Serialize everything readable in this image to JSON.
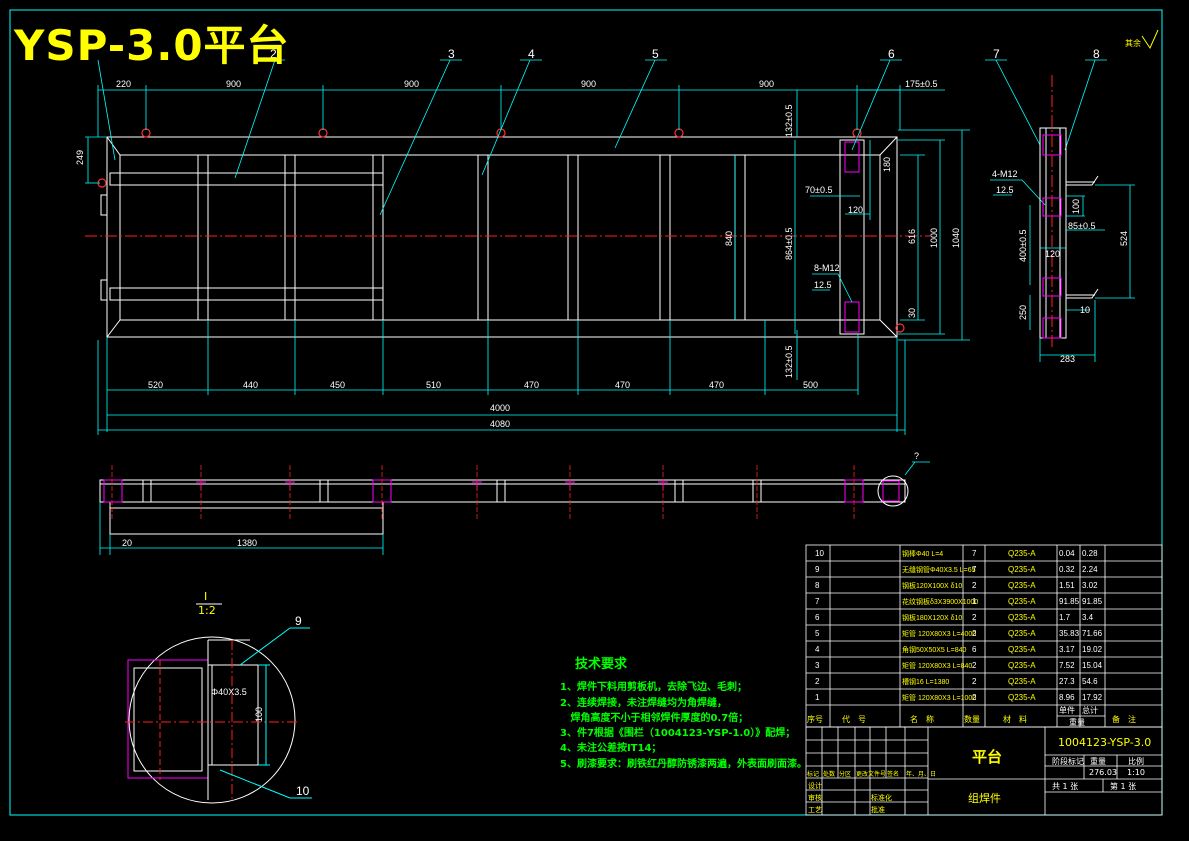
{
  "title": "YSP-3.0平台",
  "corner_mark": "其余",
  "top_dims": [
    "220",
    "900",
    "900",
    "900",
    "900",
    "175±0.5"
  ],
  "bottom_dims": [
    "520",
    "440",
    "450",
    "510",
    "470",
    "470",
    "470",
    "500"
  ],
  "overall_dims": [
    "4000",
    "4080"
  ],
  "callouts": [
    "2",
    "3",
    "4",
    "5",
    "6",
    "7",
    "8"
  ],
  "right_dims": [
    "132±0.5",
    "180",
    "70±0.5",
    "120",
    "840",
    "864±0.5",
    "616",
    "1000",
    "1040",
    "30",
    "132±0.5",
    "249"
  ],
  "hole_labels": [
    "8-M12",
    "12.5",
    "4-M12",
    "12.5"
  ],
  "side_view_dims": [
    "100",
    "85±0.5",
    "524",
    "120",
    "400±0.5",
    "250",
    "10",
    "283"
  ],
  "front_view_dims": [
    "20",
    "1380"
  ],
  "detail": {
    "label": "I",
    "scale": "1:2",
    "part_a": "9",
    "part_b": "10",
    "pipe": "Φ40X3.5",
    "dim": "100",
    "ref": "?"
  },
  "tech": {
    "title": "技术要求",
    "items": [
      "1、焊件下料用剪板机，去除飞边、毛刺；",
      "2、连续焊接，未注焊缝均为角焊缝，",
      "   焊角高度不小于相邻焊件厚度的0.7倍；",
      "3、件7根据《围栏（1004123-YSP-1.0）》配焊；",
      "4、未注公差按IT14；",
      "5、刷漆要求：刷铁红丹醇防锈漆两遍，外表面刷面漆。"
    ]
  },
  "bom": {
    "rows": [
      {
        "no": "10",
        "name": "钢棒Φ40 L=4",
        "qty": "7",
        "mat": "Q235-A",
        "unit": "0.04",
        "total": "0.28"
      },
      {
        "no": "9",
        "name": "无缝钢管Φ40X3.5 L=65",
        "qty": "7",
        "mat": "Q235-A",
        "unit": "0.32",
        "total": "2.24"
      },
      {
        "no": "8",
        "name": "钢板120X100X δ10",
        "qty": "2",
        "mat": "Q235-A",
        "unit": "1.51",
        "total": "3.02"
      },
      {
        "no": "7",
        "name": "花纹钢板δ3X3900X1000",
        "qty": "1",
        "mat": "Q235-A",
        "unit": "91.85",
        "total": "91.85"
      },
      {
        "no": "6",
        "name": "钢板180X120X δ10",
        "qty": "2",
        "mat": "Q235-A",
        "unit": "1.7",
        "total": "3.4"
      },
      {
        "no": "5",
        "name": "矩管 120X80X3 L=4000",
        "qty": "2",
        "mat": "Q235-A",
        "unit": "35.83",
        "total": "71.66"
      },
      {
        "no": "4",
        "name": "角钢50X50X5 L=840",
        "qty": "6",
        "mat": "Q235-A",
        "unit": "3.17",
        "total": "19.02"
      },
      {
        "no": "3",
        "name": "矩管 120X80X3 L=840",
        "qty": "2",
        "mat": "Q235-A",
        "unit": "7.52",
        "total": "15.04"
      },
      {
        "no": "2",
        "name": "槽钢16 L=1380",
        "qty": "2",
        "mat": "Q235-A",
        "unit": "27.3",
        "total": "54.6"
      },
      {
        "no": "1",
        "name": "矩管 120X80X3 L=1000",
        "qty": "2",
        "mat": "Q235-A",
        "unit": "8.96",
        "total": "17.92"
      }
    ],
    "headers": {
      "no": "序号",
      "code": "代　号",
      "name": "名　称",
      "qty": "数量",
      "mat": "材　料",
      "unit": "单件",
      "total": "总计",
      "weight": "重量",
      "note": "备　注"
    }
  },
  "title_block": {
    "name": "平台",
    "subtitle": "组焊件",
    "drawing_no": "1004123-YSP-3.0",
    "stage_label": "阶段标记",
    "weight_label": "重量",
    "scale_label": "比例",
    "weight": "276.03",
    "scale": "1:10",
    "sheet_total": "共 1 张",
    "sheet_no": "第 1 张",
    "rev_row": [
      "标记",
      "处数",
      "分区",
      "更改文件号",
      "签名",
      "年、月、日"
    ],
    "roles": [
      "设计",
      "审核",
      "工艺",
      "标准化",
      "批准"
    ]
  },
  "colors": {
    "frame": "#00ffff",
    "outline": "#ffffff",
    "dim": "#00ffff",
    "center": "#ff2020",
    "hidden": "#ff00ff",
    "text_green": "#00ff00",
    "text_yellow": "#ffff00"
  }
}
